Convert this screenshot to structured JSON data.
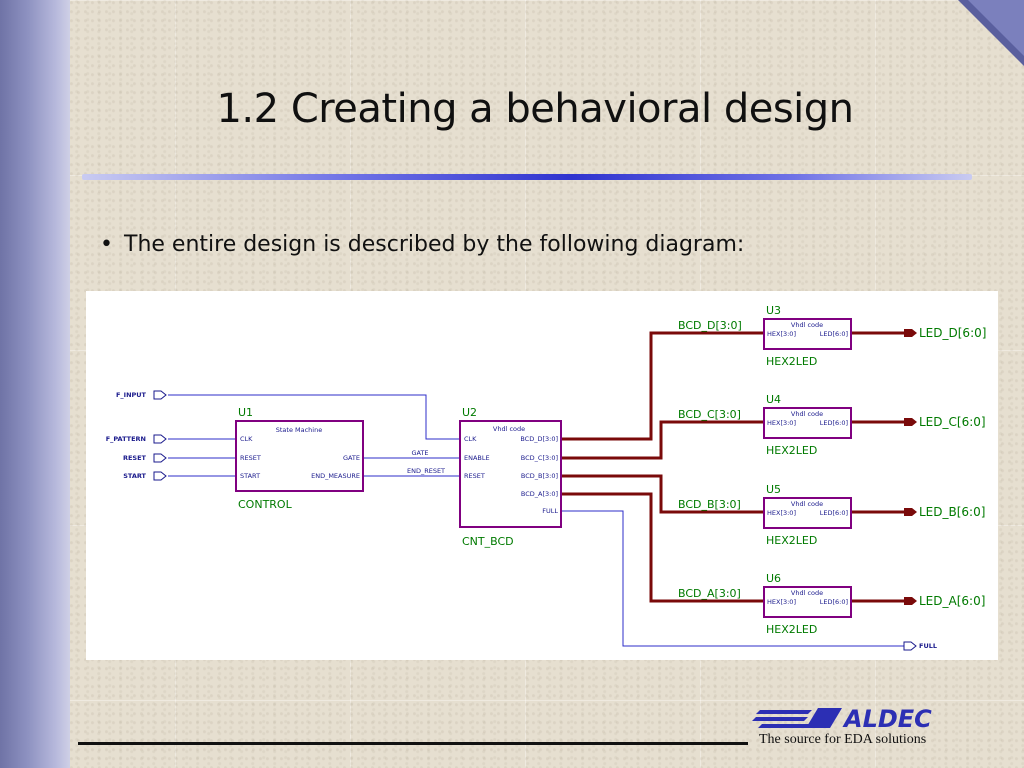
{
  "slide": {
    "title": "1.2 Creating a behavioral design",
    "bullet": "The entire design is described by the following diagram:"
  },
  "diagram": {
    "inputs": [
      "F_INPUT",
      "F_PATTERN",
      "RESET",
      "START"
    ],
    "blocks": {
      "u1": {
        "ref": "U1",
        "header": "State Machine",
        "name": "CONTROL",
        "pins_left": [
          "CLK",
          "RESET",
          "START"
        ],
        "pins_right": [
          "GATE",
          "END_MEASURE"
        ]
      },
      "u2": {
        "ref": "U2",
        "header": "Vhdl code",
        "name": "CNT_BCD",
        "pins_left": [
          "CLK",
          "ENABLE",
          "RESET"
        ],
        "pins_right": [
          "BCD_D[3:0]",
          "BCD_C[3:0]",
          "BCD_B[3:0]",
          "BCD_A[3:0]",
          "FULL"
        ]
      },
      "hex": [
        {
          "ref": "U3",
          "bus": "BCD_D[3:0]",
          "out": "LED_D[6:0]"
        },
        {
          "ref": "U4",
          "bus": "BCD_C[3:0]",
          "out": "LED_C[6:0]"
        },
        {
          "ref": "U5",
          "bus": "BCD_B[3:0]",
          "out": "LED_B[6:0]"
        },
        {
          "ref": "U6",
          "bus": "BCD_A[3:0]",
          "out": "LED_A[6:0]"
        }
      ],
      "hex_common": {
        "header": "Vhdl code",
        "pin_in": "HEX[3:0]",
        "pin_out": "LED[6:0]",
        "name": "HEX2LED"
      }
    },
    "nets": {
      "gate": "GATE",
      "end_reset": "END_RESET"
    },
    "output_full": "FULL",
    "colors": {
      "wire": "#2d2dc8",
      "bus": "#7a0a0a",
      "block": "#800080",
      "label": "#007a00",
      "pin": "#1a1a8c"
    }
  },
  "footer": {
    "logo": "ALDEC",
    "tagline": "The source for EDA solutions"
  }
}
